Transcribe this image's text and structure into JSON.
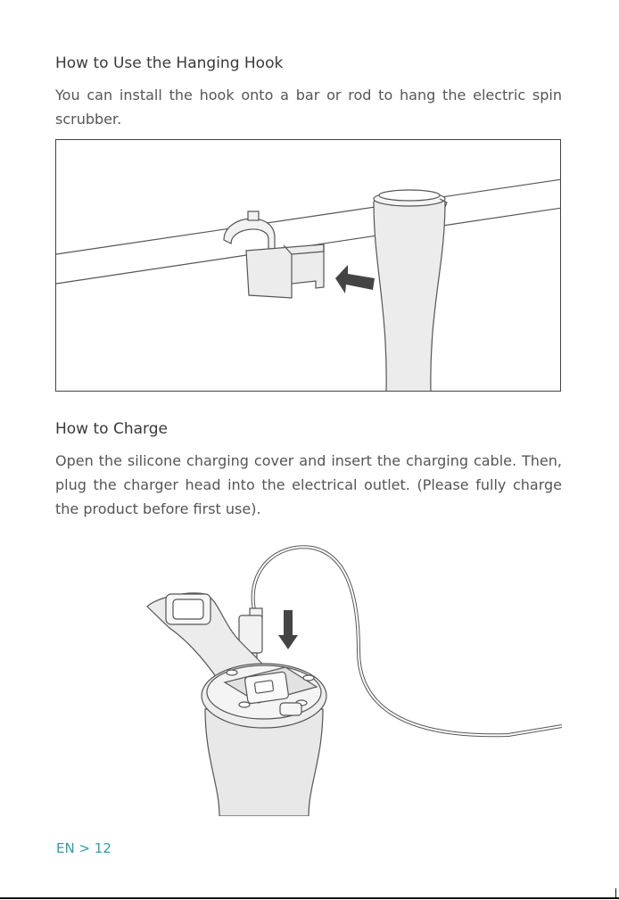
{
  "section1": {
    "heading": "How to Use the Hanging Hook",
    "body": "You can install the hook onto a bar or rod to hang the electric spin scrubber."
  },
  "section2": {
    "heading": "How to Charge",
    "body": "Open the silicone charging cover and insert the charging cable. Then, plug the charger head into the electrical outlet. (Please fully charge the product before first use)."
  },
  "footer": {
    "page_label": "EN > 12"
  },
  "colors": {
    "accent": "#2aa0a8",
    "text": "#555555",
    "line_art": "#555555",
    "fill": "#ececec"
  }
}
